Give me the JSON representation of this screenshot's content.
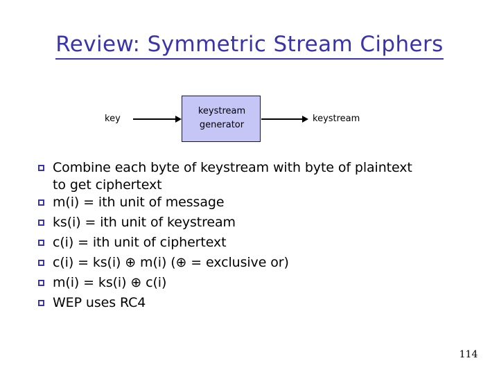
{
  "slide": {
    "title": "Review: Symmetric Stream Ciphers",
    "page_number": "114",
    "title_color": "#3a33ae",
    "bullet_color": "#3a33ae",
    "text_color": "#000000",
    "background_color": "#ffffff"
  },
  "diagram": {
    "input_label": "key",
    "block_line1": "keystream",
    "block_line2": "generator",
    "output_label": "keystream",
    "block_fill": "#c6c6f6",
    "block_border": "#16163a",
    "arrow_color": "#000000",
    "arrow_in_name": "arrow-key-to-generator",
    "arrow_out_name": "arrow-generator-to-keystream"
  },
  "bullets": [
    {
      "text": "Combine each byte of keystream with byte of plaintext to get ciphertext"
    },
    {
      "text": "m(i) = ith unit of message"
    },
    {
      "text": "ks(i) = ith unit of keystream"
    },
    {
      "text": "c(i) = ith unit of ciphertext"
    },
    {
      "text": "c(i) = ks(i) ⊕ m(i)   (⊕ = exclusive or)"
    },
    {
      "text": "m(i) = ks(i) ⊕ c(i)"
    },
    {
      "text": "WEP uses RC4"
    }
  ]
}
